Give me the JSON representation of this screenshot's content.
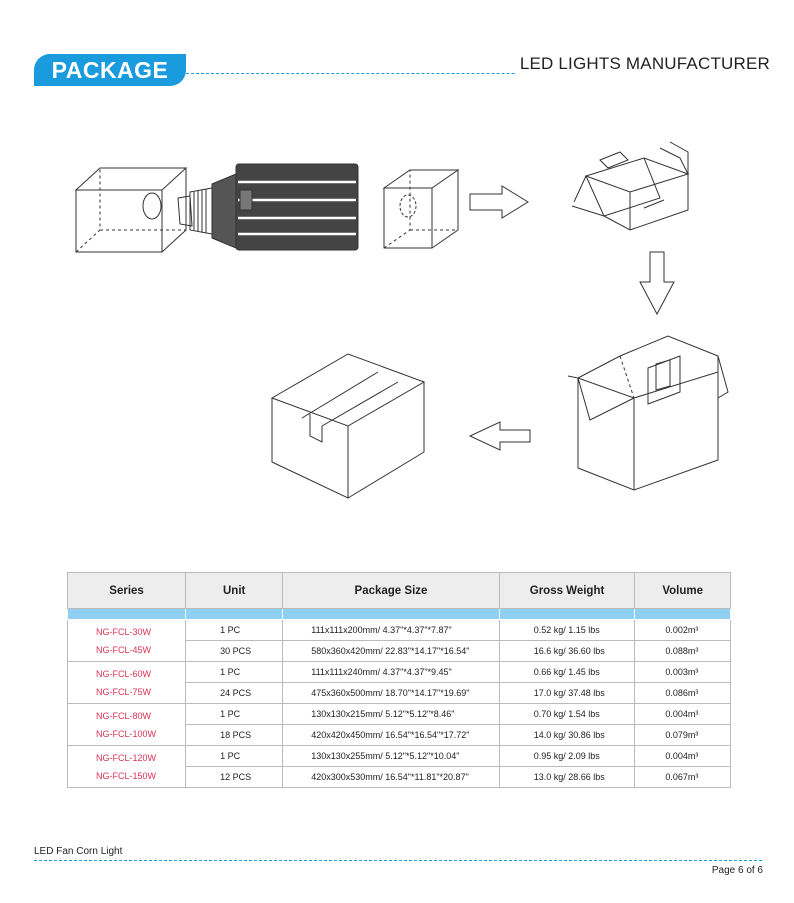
{
  "header": {
    "badge": "PACKAGE",
    "title": "LED LIGHTS MANUFACTURER"
  },
  "table": {
    "headers": [
      "Series",
      "Unit",
      "Package Size",
      "Gross Weight",
      "Volume"
    ],
    "groups": [
      {
        "series": [
          "NG-FCL-30W",
          "NG-FCL-45W"
        ],
        "rows": [
          {
            "unit": "1 PC",
            "size": "111x111x200mm/ 4.37\"*4.37\"*7.87\"",
            "weight": "0.52 kg/ 1.15 lbs",
            "volume": "0.002m³"
          },
          {
            "unit": "30 PCS",
            "size": "580x360x420mm/ 22.83\"*14.17\"*16.54\"",
            "weight": "16.6 kg/ 36.60 lbs",
            "volume": "0.088m³"
          }
        ]
      },
      {
        "series": [
          "NG-FCL-60W",
          "NG-FCL-75W"
        ],
        "rows": [
          {
            "unit": "1 PC",
            "size": "111x111x240mm/ 4.37\"*4.37\"*9.45\"",
            "weight": "0.66 kg/ 1.45 lbs",
            "volume": "0.003m³"
          },
          {
            "unit": "24 PCS",
            "size": "475x360x500mm/ 18.70\"*14.17\"*19.69\"",
            "weight": "17.0 kg/ 37.48 lbs",
            "volume": "0.086m³"
          }
        ]
      },
      {
        "series": [
          "NG-FCL-80W",
          "NG-FCL-100W"
        ],
        "rows": [
          {
            "unit": "1 PC",
            "size": "130x130x215mm/ 5.12\"*5.12\"*8.46\"",
            "weight": "0.70 kg/ 1.54 lbs",
            "volume": "0.004m³"
          },
          {
            "unit": "18 PCS",
            "size": "420x420x450mm/ 16.54\"*16.54\"*17.72\"",
            "weight": "14.0 kg/ 30.86 lbs",
            "volume": "0.079m³"
          }
        ]
      },
      {
        "series": [
          "NG-FCL-120W",
          "NG-FCL-150W"
        ],
        "rows": [
          {
            "unit": "1 PC",
            "size": "130x130x255mm/ 5.12\"*5.12\"*10.04\"",
            "weight": "0.95 kg/ 2.09 lbs",
            "volume": "0.004m³"
          },
          {
            "unit": "12 PCS",
            "size": "420x300x530mm/ 16.54\"*11.81\"*20.87\"",
            "weight": "13.0 kg/ 28.66 lbs",
            "volume": "0.067m³"
          }
        ]
      }
    ]
  },
  "footer": {
    "product": "LED Fan Corn Light",
    "page": "Page 6 of 6"
  },
  "colors": {
    "accent": "#1a9bde",
    "band": "#8fd0f2",
    "series_text": "#d83355"
  }
}
